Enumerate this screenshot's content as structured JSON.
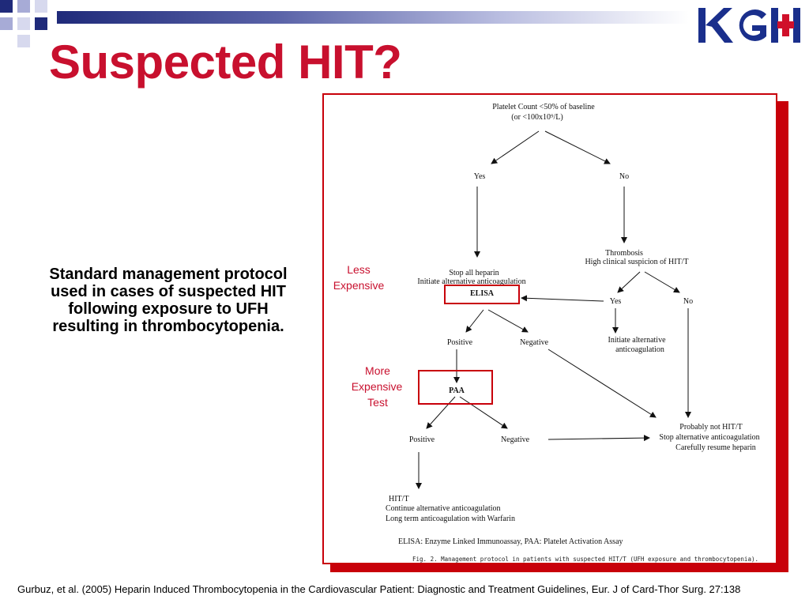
{
  "slide": {
    "title": "Suspected HIT?",
    "body": "Standard management protocol used in cases of suspected HIT following exposure to UFH resulting in thrombocytopenia.",
    "citation": "Gurbuz, et al. (2005) Heparin Induced Thrombocytopenia in the Cardiovascular Patient: Diagnostic and Treatment Guidelines, Eur. J of Card-Thor Surg. 27:138"
  },
  "logo": {
    "text": "KGH",
    "color": "#1a2f8c",
    "cross_color": "#d0102a"
  },
  "colors": {
    "title": "#c8102e",
    "accent_red": "#c8000a",
    "navy": "#1f2a7a"
  },
  "flowchart": {
    "start_line1": "Platelet Count <50% of baseline",
    "start_line2": "(or <100x10⁹/L)",
    "yes": "Yes",
    "no": "No",
    "stop_heparin": "Stop all heparin",
    "initiate_alt": "Initiate alternative anticoagulation",
    "elisa": "ELISA",
    "thrombosis": "Thrombosis",
    "high_suspicion": "High clinical suspicion of HIT/T",
    "yes2": "Yes",
    "no2": "No",
    "positive": "Positive",
    "negative": "Negative",
    "initiate_alt2_line1": "Initiate alternative",
    "initiate_alt2_line2": "anticoagulation",
    "paa": "PAA",
    "positive2": "Positive",
    "negative2": "Negative",
    "probably_not_line1": "Probably not HIT/T",
    "probably_not_line2": "Stop alternative anticoagulation",
    "probably_not_line3": "Carefully resume heparin",
    "hit_line1": "HIT/T",
    "hit_line2": "Continue alternative anticoagulation",
    "hit_line3": "Long term anticoagulation with Warfarin",
    "legend": "ELISA: Enzyme Linked Immunoassay, PAA: Platelet Activation Assay",
    "caption": "Fig. 2. Management protocol in patients with suspected HIT/T (UFH exposure and thrombocytopenia)."
  },
  "annotations": {
    "less_line1": "Less",
    "less_line2": "Expensive",
    "more_line1": "More",
    "more_line2": "Expensive",
    "more_line3": "Test"
  }
}
